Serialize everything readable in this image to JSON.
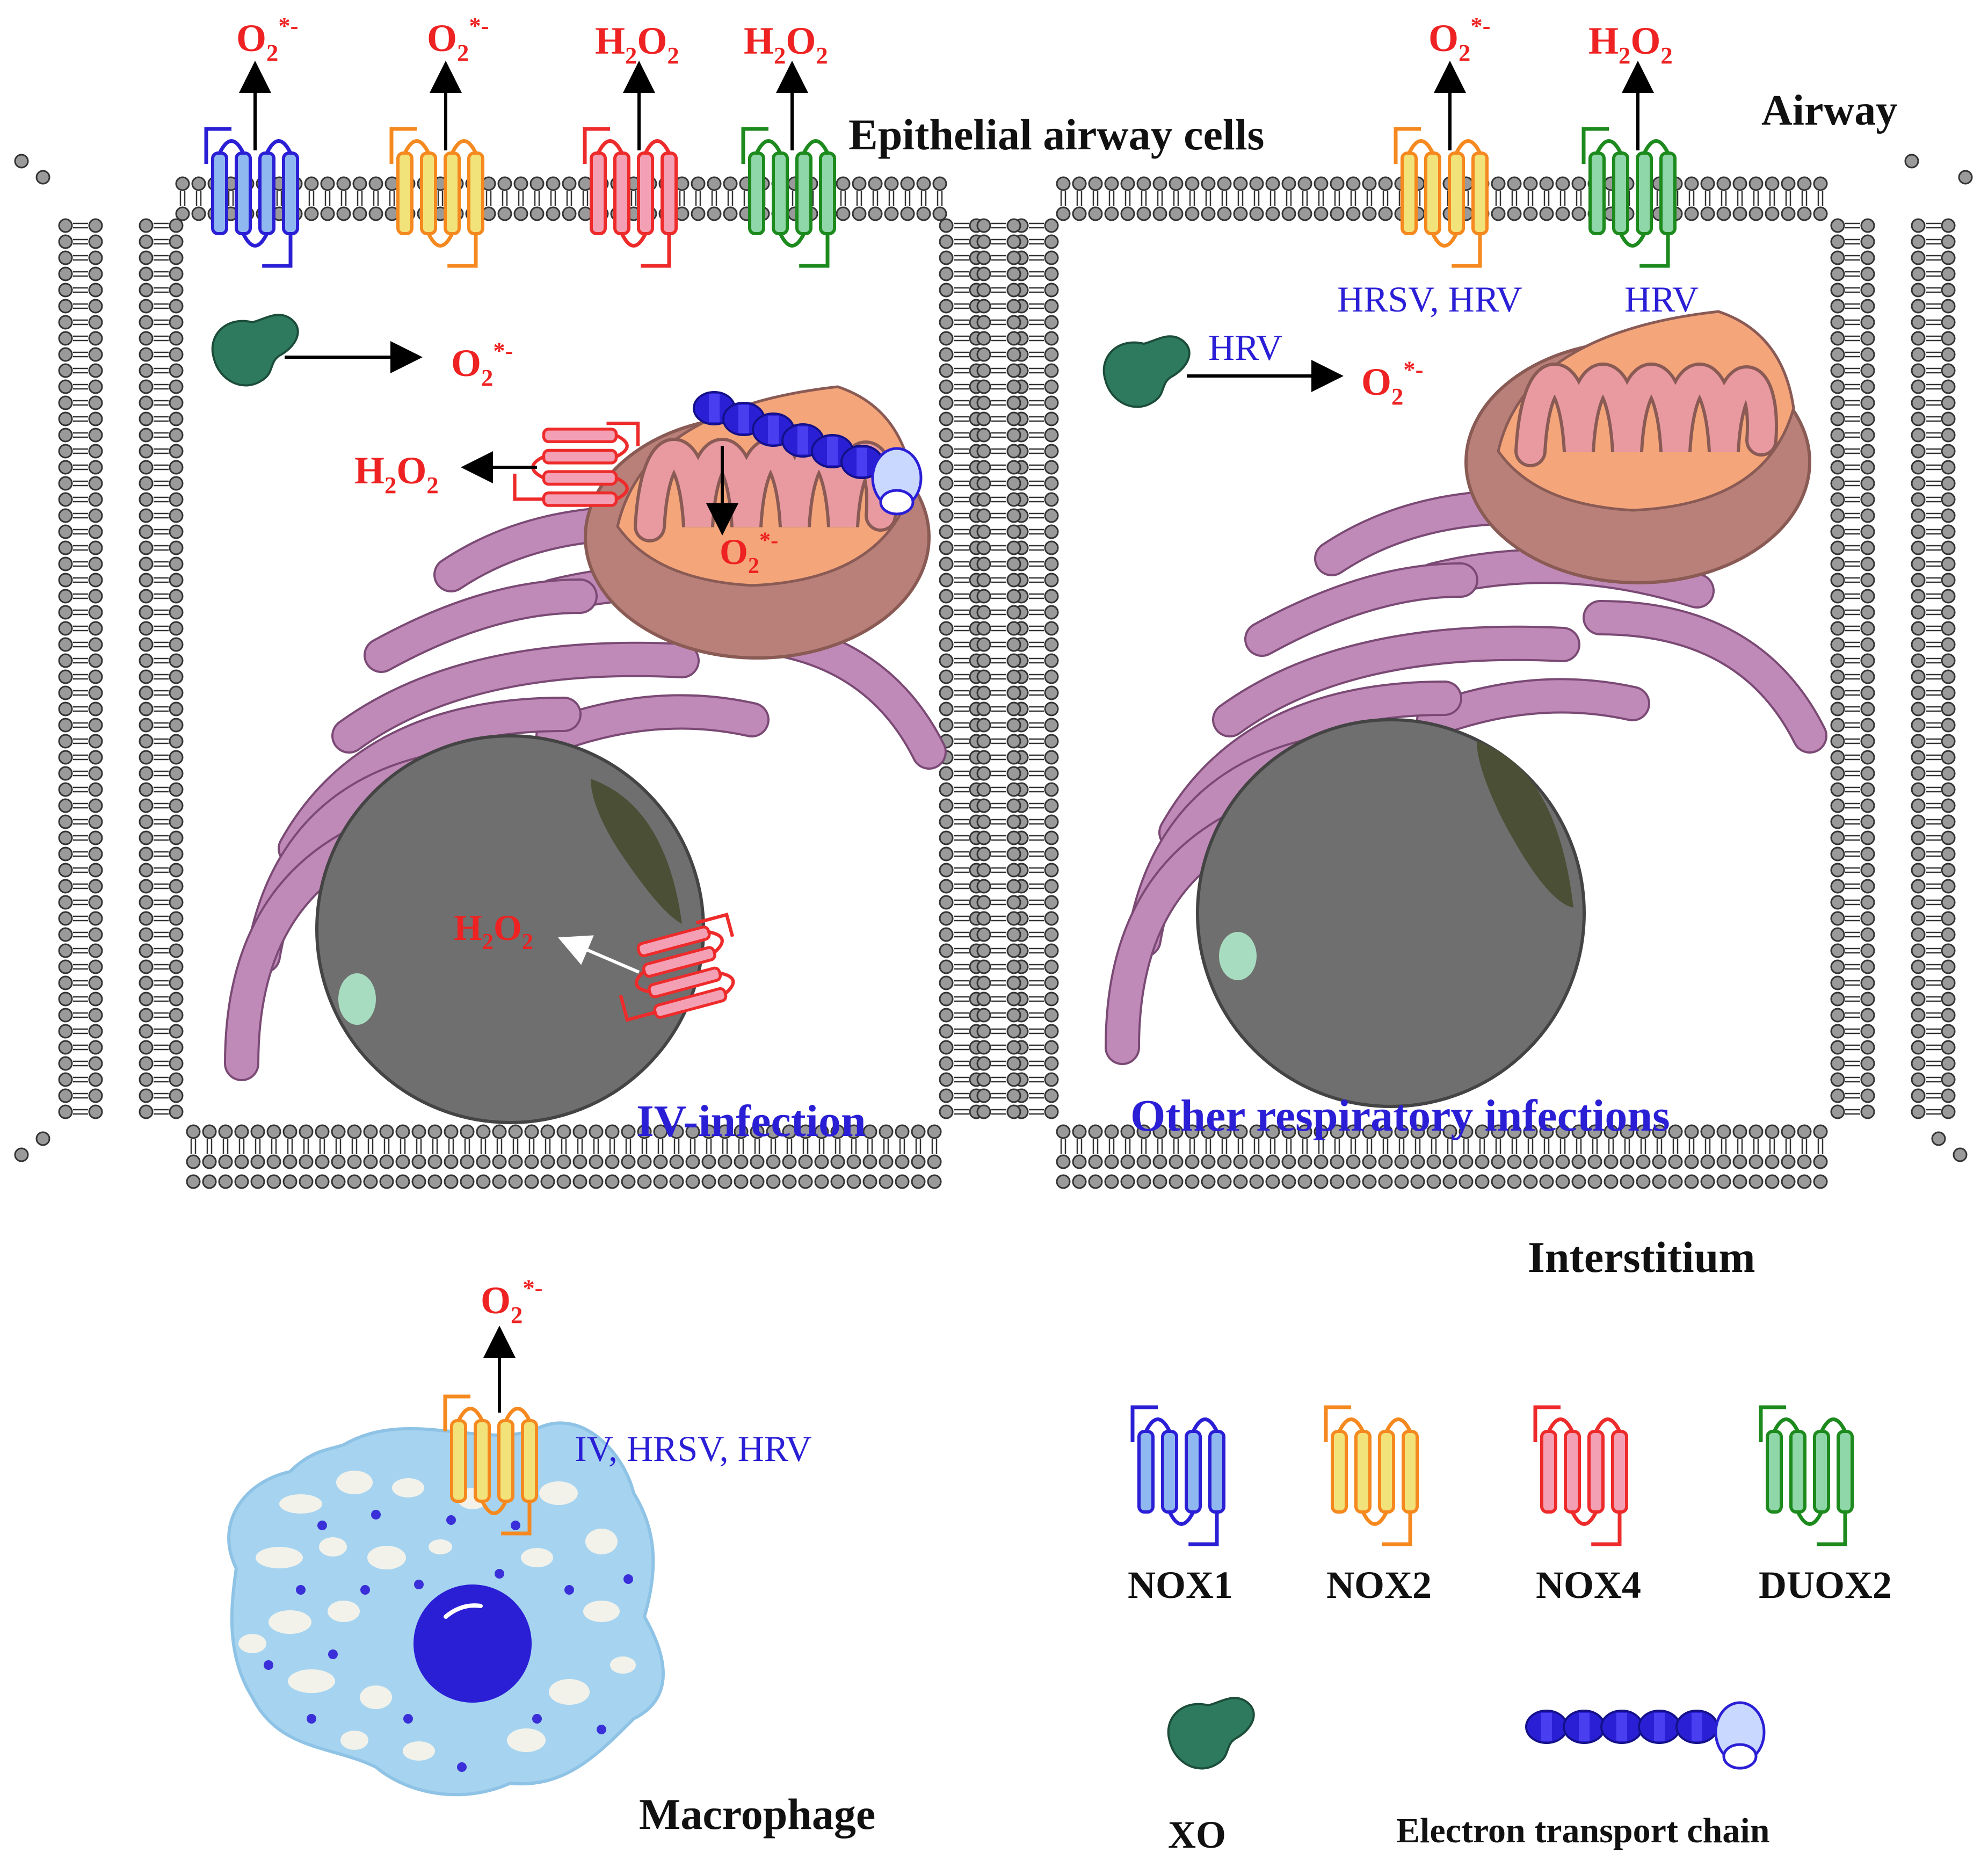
{
  "labels": {
    "airway": "Airway",
    "epithelial": "Epithelial airway cells",
    "interstitium": "Interstitium",
    "macrophage": "Macrophage",
    "iv_infection": "IV-infection",
    "other_infections": "Other respiratory infections"
  },
  "products": {
    "superoxide": "O",
    "superoxide_sub": "2",
    "superoxide_sup": "*-",
    "peroxide_h": "H",
    "peroxide_sub": "2",
    "peroxide_o": "O"
  },
  "virus_labels": {
    "cell2_nox2": "HRSV, HRV",
    "cell2_duox2": "HRV",
    "cell2_xo": "HRV",
    "macrophage_nox2": "IV, HRSV, HRV"
  },
  "legend": {
    "nox1": "NOX1",
    "nox2": "NOX2",
    "nox4": "NOX4",
    "duox2": "DUOX2",
    "xo": "XO",
    "etc": "Electron transport chain"
  },
  "colors": {
    "nox1": "#2b1fd6",
    "nox2": "#f5891f",
    "nox4": "#ee2b2b",
    "duox2": "#1d8a1d",
    "product_text": "#ee2222",
    "virus_text": "#2b1fd6",
    "membrane_bead": "#9a9a9a",
    "golgi": "#c08ab8",
    "nucleus": "#6f6f6f",
    "mito_outer": "#b88078",
    "mito_inner": "#e89aa0",
    "xo": "#2e7a5e",
    "macrophage": "#a6d4f0"
  },
  "icons": [
    "nox-channel-icon",
    "xanthine-oxidase-icon",
    "mitochondrion-icon",
    "golgi-icon",
    "nucleus-icon",
    "etc-complex-icon",
    "macrophage-icon"
  ]
}
